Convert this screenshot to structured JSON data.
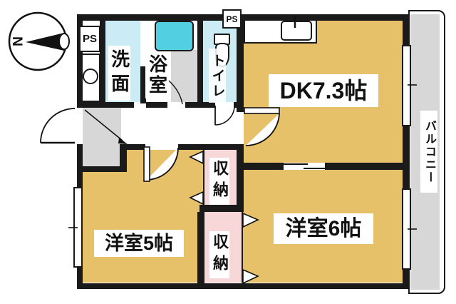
{
  "plan_title": "apartment-floor-plan",
  "compass": {
    "north_label": "N"
  },
  "rooms": {
    "dk": {
      "label": "DK7.3帖"
    },
    "western6": {
      "label": "洋室6帖"
    },
    "western5": {
      "label": "洋室5帖"
    },
    "washroom": {
      "label": "洗面"
    },
    "bathroom": {
      "label": "浴室"
    },
    "toilet": {
      "label": "トイレ"
    },
    "storage_upper": {
      "label": "収納"
    },
    "storage_lower": {
      "label": "収納"
    },
    "balcony": {
      "label": "バルコニー"
    }
  },
  "annotations": {
    "ps_left": "PS",
    "ps_top": "PS"
  },
  "colors": {
    "wall": "#1a1a1a",
    "room_tan": "#e6c169",
    "water_blue": "#cbecf5",
    "tub_cyan": "#52d0e2",
    "closet_pink": "#f8d7d9",
    "floor_gray": "#d7d7d7",
    "paper_white": "#ffffff"
  }
}
